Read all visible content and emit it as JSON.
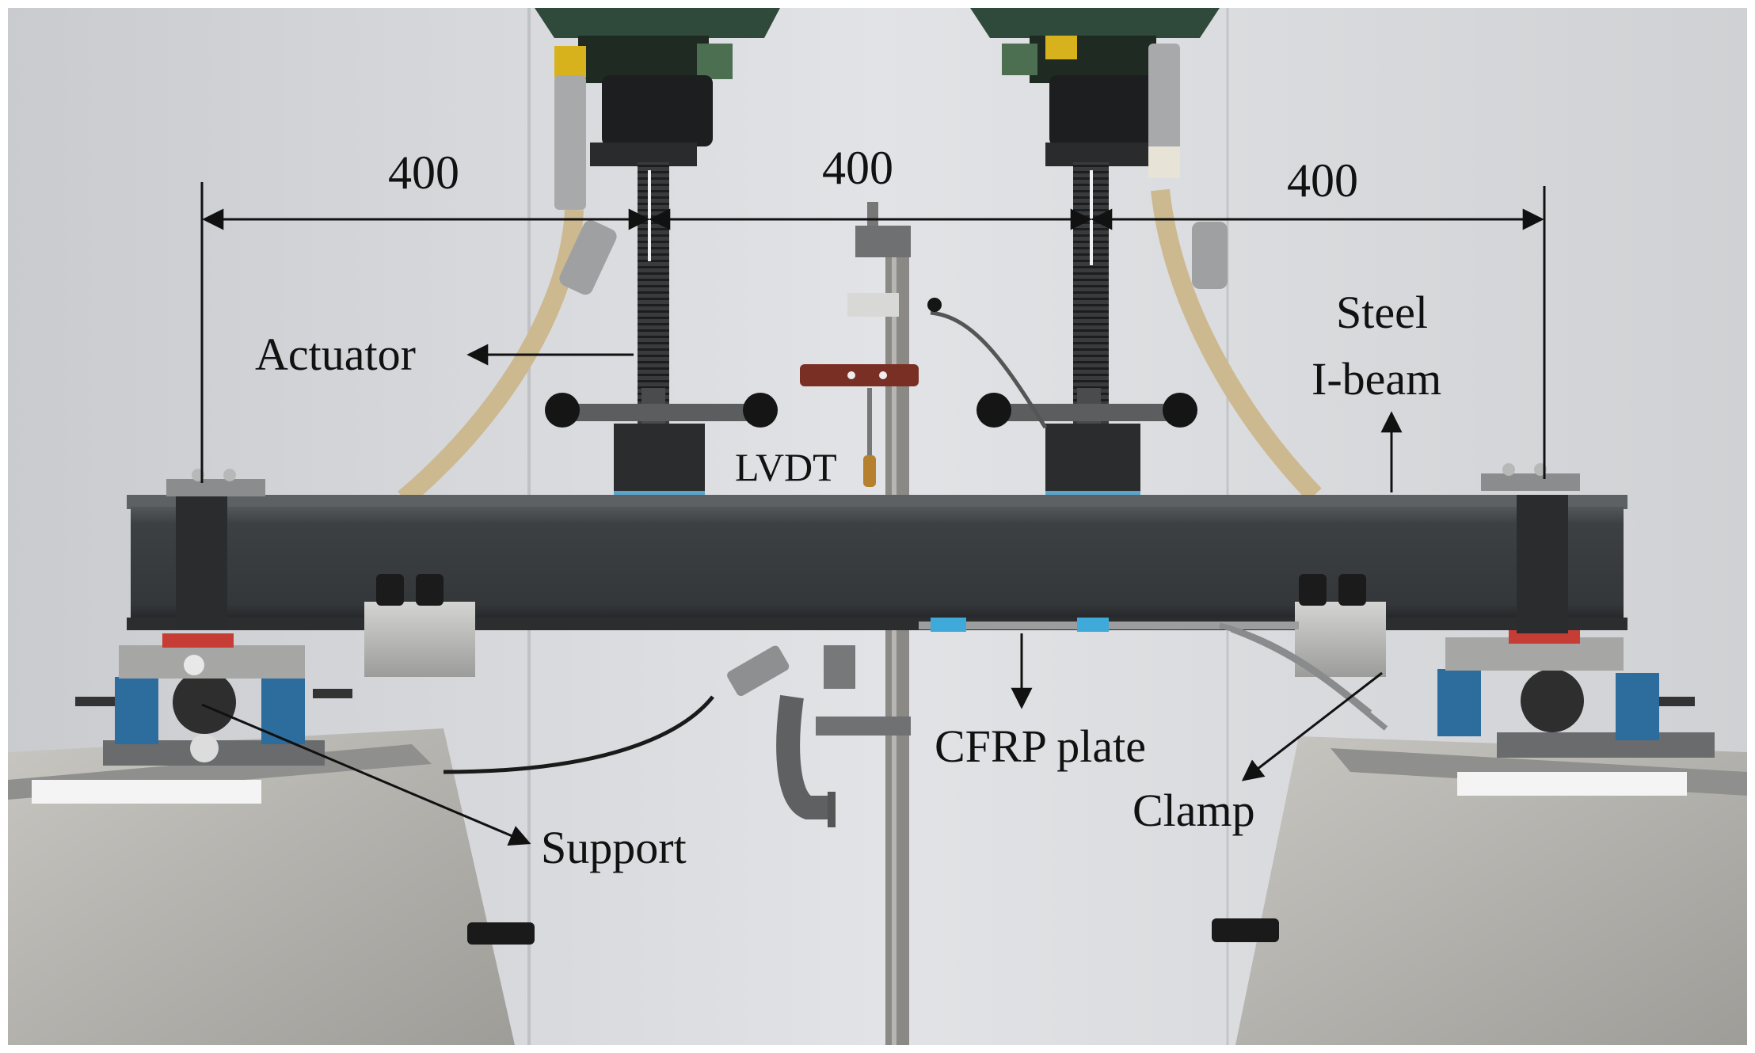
{
  "dimensions": {
    "left_span": "400",
    "middle_span": "400",
    "right_span": "400"
  },
  "labels": {
    "actuator": "Actuator",
    "lvdt": "LVDT",
    "steel_line1": "Steel",
    "steel_line2": "I-beam",
    "cfrp_plate": "CFRP plate",
    "clamp": "Clamp",
    "support": "Support"
  },
  "colors": {
    "background": "#d9dadc",
    "beam": "#3b3d3f",
    "actuator_body": "#2f4a3a",
    "concrete": "#b9b8b3",
    "support_blue": "#2d6d9e",
    "aluminum": "#b8b8b6",
    "hose": "#cdb98f",
    "lvdt_holder": "#7a2f25",
    "cfrp_tape": "#3fa9d9"
  }
}
